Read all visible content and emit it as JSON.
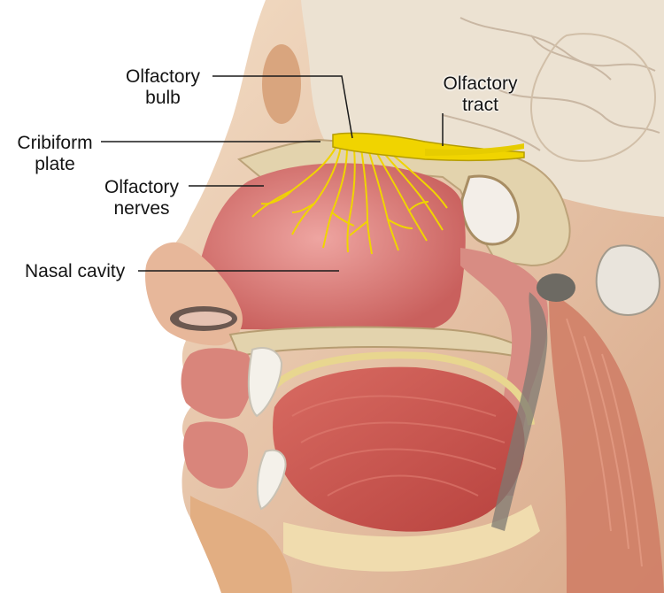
{
  "labels": {
    "olfactory_bulb": [
      "Olfactory",
      "bulb"
    ],
    "olfactory_tract": [
      "Olfactory",
      "tract"
    ],
    "cribiform_plate": [
      "Cribiform",
      "plate"
    ],
    "olfactory_nerves": [
      "Olfactory",
      "nerves"
    ],
    "nasal_cavity": "Nasal cavity"
  },
  "colors": {
    "skin": "#e9c7a4",
    "muscle": "#c9534d",
    "mucosa": "#e08a86",
    "bone": "#e3d3ad",
    "nerve": "#f0d400",
    "brain": "#ece2d2",
    "leader_line": "#1a1a1a"
  }
}
